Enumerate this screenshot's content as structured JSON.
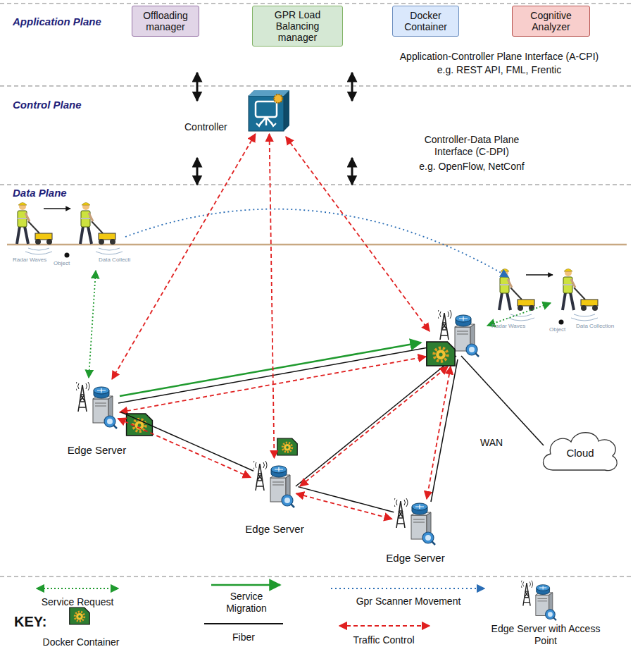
{
  "diagram": {
    "nodes": [
      {
        "text": [
          "Offloading manager"
        ]
      },
      {
        "text": [
          "GPR Load Balancing manager"
        ]
      },
      {
        "text": [
          "Docker Container"
        ]
      },
      {
        "text": [
          "Cognitive Analyzer"
        ]
      },
      {
        "text": [
          "Controller"
        ]
      },
      {
        "text": [
          "Edge Server"
        ]
      },
      {
        "text": [
          "Edge Server"
        ]
      },
      {
        "text": [
          "Edge Server"
        ]
      },
      {
        "text": [
          "Cloud"
        ]
      }
    ],
    "edges": [
      {
        "from": 4,
        "to": 5,
        "arrow": "both"
      },
      {
        "from": 4,
        "to": 6,
        "arrow": "both"
      },
      {
        "from": 5,
        "to": 6,
        "arrow": "none"
      },
      {
        "from": 5,
        "to": 6,
        "arrow": "both"
      },
      {
        "from": 6,
        "to": 7,
        "arrow": "none"
      },
      {
        "from": 6,
        "to": 7,
        "arrow": "both"
      }
    ],
    "labels": [
      "Application Plane",
      "Application-Controller Plane Interface (A-CPI)",
      "e.g. REST API, FML, Frentic",
      "Control Plane",
      "Controller-Data Plane Interface (C-DPI)",
      "e.g. OpenFlow, NetConf",
      "Data Plane",
      "Radar Waves",
      "Object",
      "Data Collecti",
      "Radar Waves",
      "Object",
      "Data Collection",
      "WAN",
      "KEY:"
    ],
    "legend": [
      {
        "text": "Service Request"
      },
      {
        "text": "Service Migration"
      },
      {
        "text": "Gpr Scanner Movement"
      },
      {
        "text": "Docker Container"
      },
      {
        "text": "Fiber"
      },
      {
        "text": "Traffic Control"
      },
      {
        "text": "Edge Server with Access Point"
      }
    ]
  }
}
